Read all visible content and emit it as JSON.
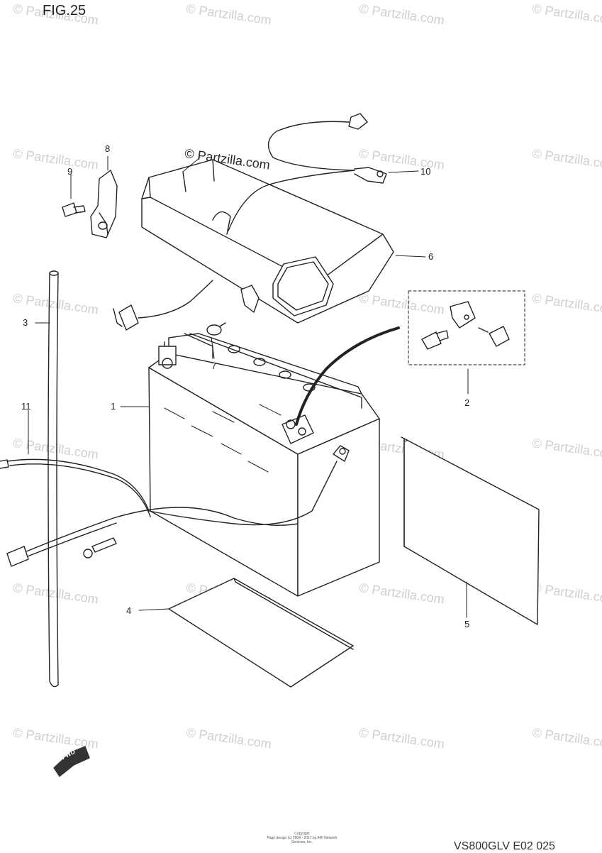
{
  "figure": {
    "title": "FIG.25"
  },
  "watermark": {
    "text": "© Partzilla.com",
    "hero_text": "© Partzilla.com"
  },
  "callouts": [
    "1",
    "2",
    "3",
    "4",
    "5",
    "6",
    "7",
    "8",
    "9",
    "10",
    "11"
  ],
  "fwd_label": "FWD",
  "footer": {
    "copyright_line1": "Copyright",
    "copyright_line2": "Page design (c) 2004 - 2017 by ARI Network Services, Inc.",
    "code": "VS800GLV E02 025"
  },
  "colors": {
    "line": "#222222",
    "watermark": "#cfcfcf"
  }
}
